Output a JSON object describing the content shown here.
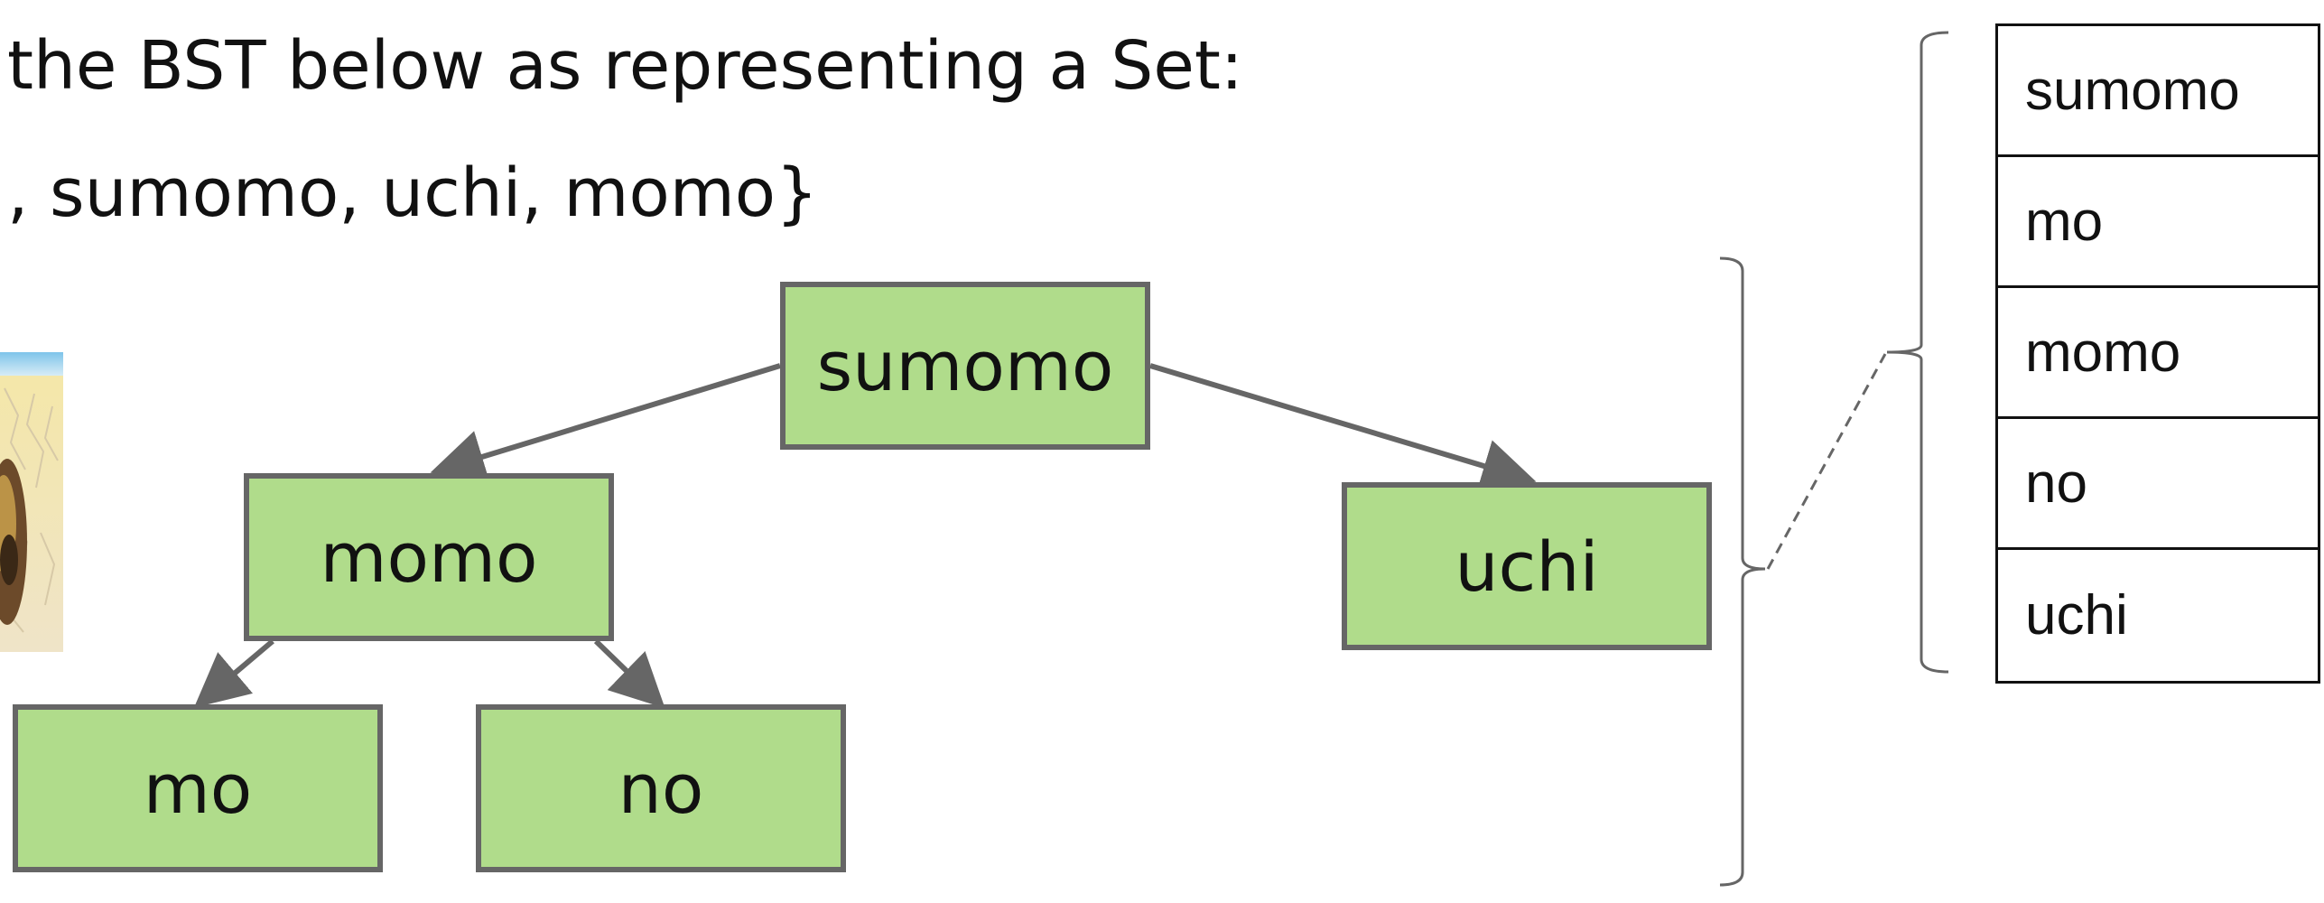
{
  "text": {
    "line1": "the BST below as representing a Set:",
    "line2": ", sumomo, uchi, momo}"
  },
  "tree": {
    "nodes": {
      "sumomo": "sumomo",
      "momo": "momo",
      "uchi": "uchi",
      "mo": "mo",
      "no": "no"
    }
  },
  "set_table": {
    "rows": [
      "sumomo",
      "mo",
      "momo",
      "no",
      "uchi"
    ]
  },
  "colors": {
    "node_fill": "#b0dc8b",
    "node_border": "#666666",
    "edge": "#666666",
    "text": "#111111"
  }
}
